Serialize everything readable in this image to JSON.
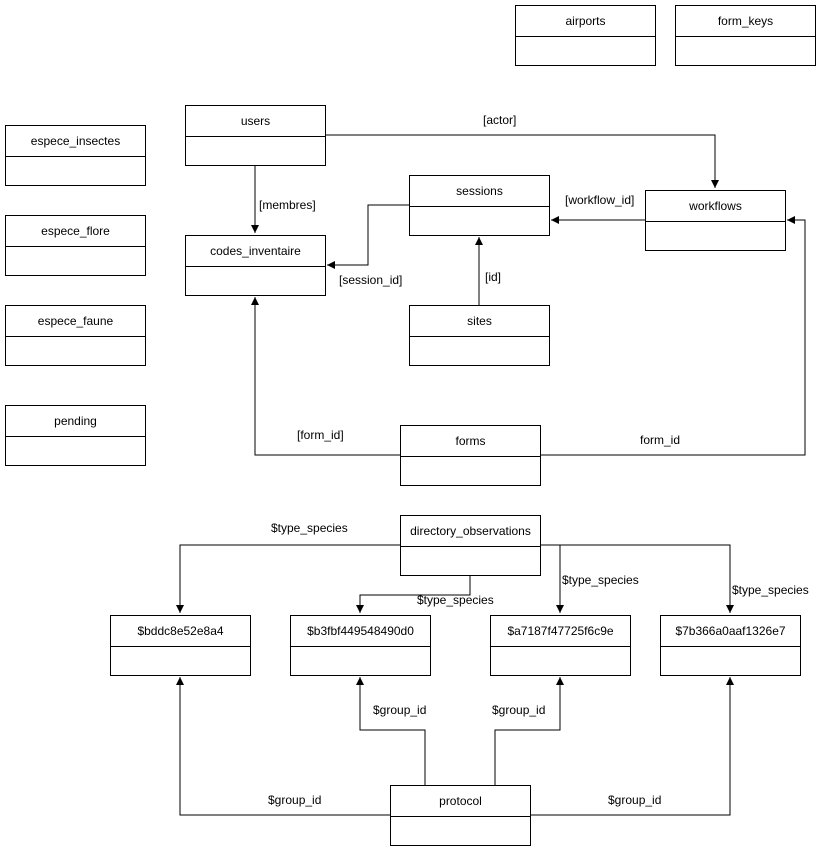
{
  "entities": {
    "airports": "airports",
    "form_keys": "form_keys",
    "users": "users",
    "espece_insectes": "espece_insectes",
    "espece_flore": "espece_flore",
    "espece_faune": "espece_faune",
    "pending": "pending",
    "sessions": "sessions",
    "workflows": "workflows",
    "codes_inventaire": "codes_inventaire",
    "sites": "sites",
    "forms": "forms",
    "directory_observations": "directory_observations",
    "bddc": "$bddc8e52e8a4",
    "b3fbf": "$b3fbf449548490d0",
    "a7187": "$a7187f47725f6c9e",
    "b7b36": "$7b366a0aaf1326e7",
    "protocol": "protocol"
  },
  "labels": {
    "actor": "[actor]",
    "membres": "[membres]",
    "workflow_id": "[workflow_id]",
    "session_id": "[session_id]",
    "id": "[id]",
    "form_id_bracket": "[form_id]",
    "form_id": "form_id",
    "type_species_1": "$type_species",
    "type_species_2": "$type_species",
    "type_species_3": "$type_species",
    "type_species_4": "$type_species",
    "group_id_1": "$group_id",
    "group_id_2": "$group_id",
    "group_id_3": "$group_id",
    "group_id_4": "$group_id"
  },
  "colors": {
    "line": "#000000",
    "background": "#ffffff"
  }
}
